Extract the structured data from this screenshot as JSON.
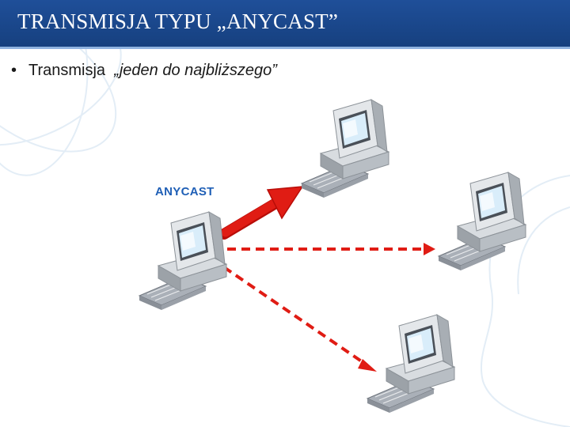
{
  "slide": {
    "title": "TRANSMISJA TYPU „ANYCAST”",
    "bullet_symbol": "•",
    "bullet_text_plain": "Transmisja",
    "bullet_text_italic": "„jeden do najbliższego”"
  },
  "diagram": {
    "label": "ANYCAST",
    "computers": [
      {
        "id": "source",
        "icon": "computer-icon"
      },
      {
        "id": "target-top",
        "icon": "computer-icon"
      },
      {
        "id": "target-right",
        "icon": "computer-icon"
      },
      {
        "id": "target-bottom",
        "icon": "computer-icon"
      }
    ],
    "links": [
      {
        "from": "source",
        "to": "target-top",
        "style": "solid",
        "color": "#e01c14"
      },
      {
        "from": "source",
        "to": "target-right",
        "style": "dashed",
        "color": "#e01c14"
      },
      {
        "from": "source",
        "to": "target-bottom",
        "style": "dashed",
        "color": "#e01c14"
      }
    ]
  },
  "colors": {
    "title_bar": "#1f4f99",
    "arrow": "#e01c14",
    "label": "#1f5fb6"
  }
}
